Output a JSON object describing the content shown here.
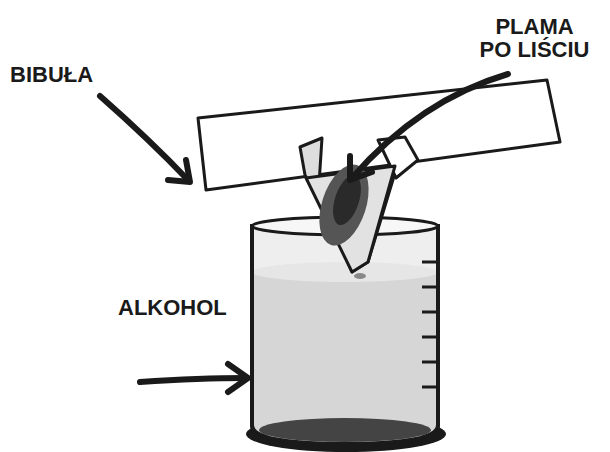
{
  "diagram": {
    "labels": [
      "BIBUŁA",
      "PLAMA PO LIŚCIU",
      "ALKOHOL"
    ]
  }
}
